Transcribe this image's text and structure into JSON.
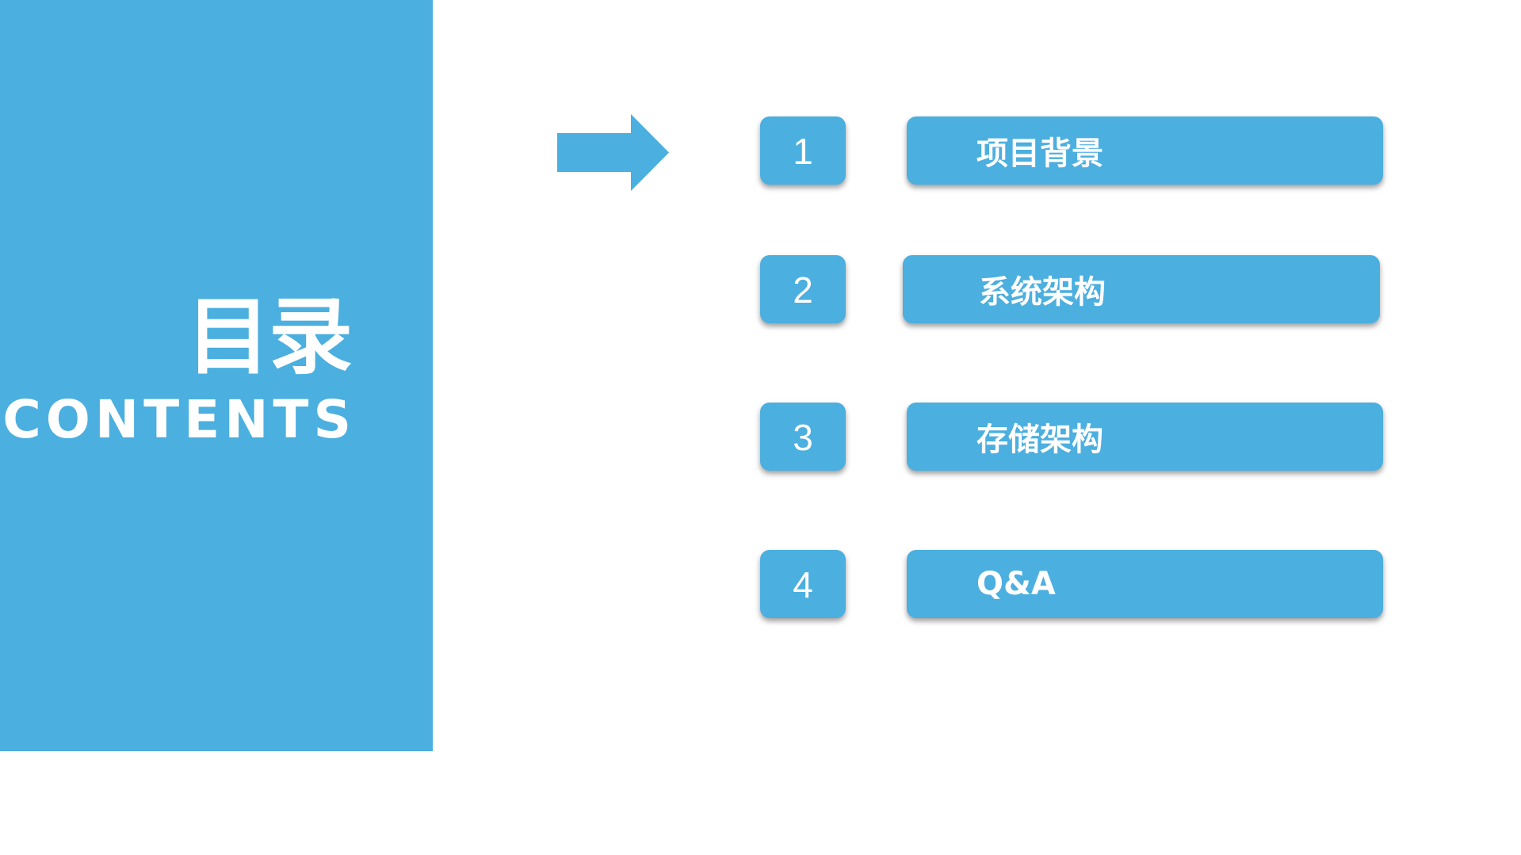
{
  "slide": {
    "background": "#FFFFFF",
    "accent_color": "#4BAFDF",
    "text_on_accent": "#FFFFFF"
  },
  "panel": {
    "title_cn": "目录",
    "title_en": "CONTENTS"
  },
  "indicator": {
    "icon": "arrow-right-icon",
    "points_to_item": 1
  },
  "items": [
    {
      "number": "1",
      "label": "项目背景"
    },
    {
      "number": "2",
      "label": "系统架构"
    },
    {
      "number": "3",
      "label": "存储架构"
    },
    {
      "number": "4",
      "label": "Q&A"
    }
  ]
}
